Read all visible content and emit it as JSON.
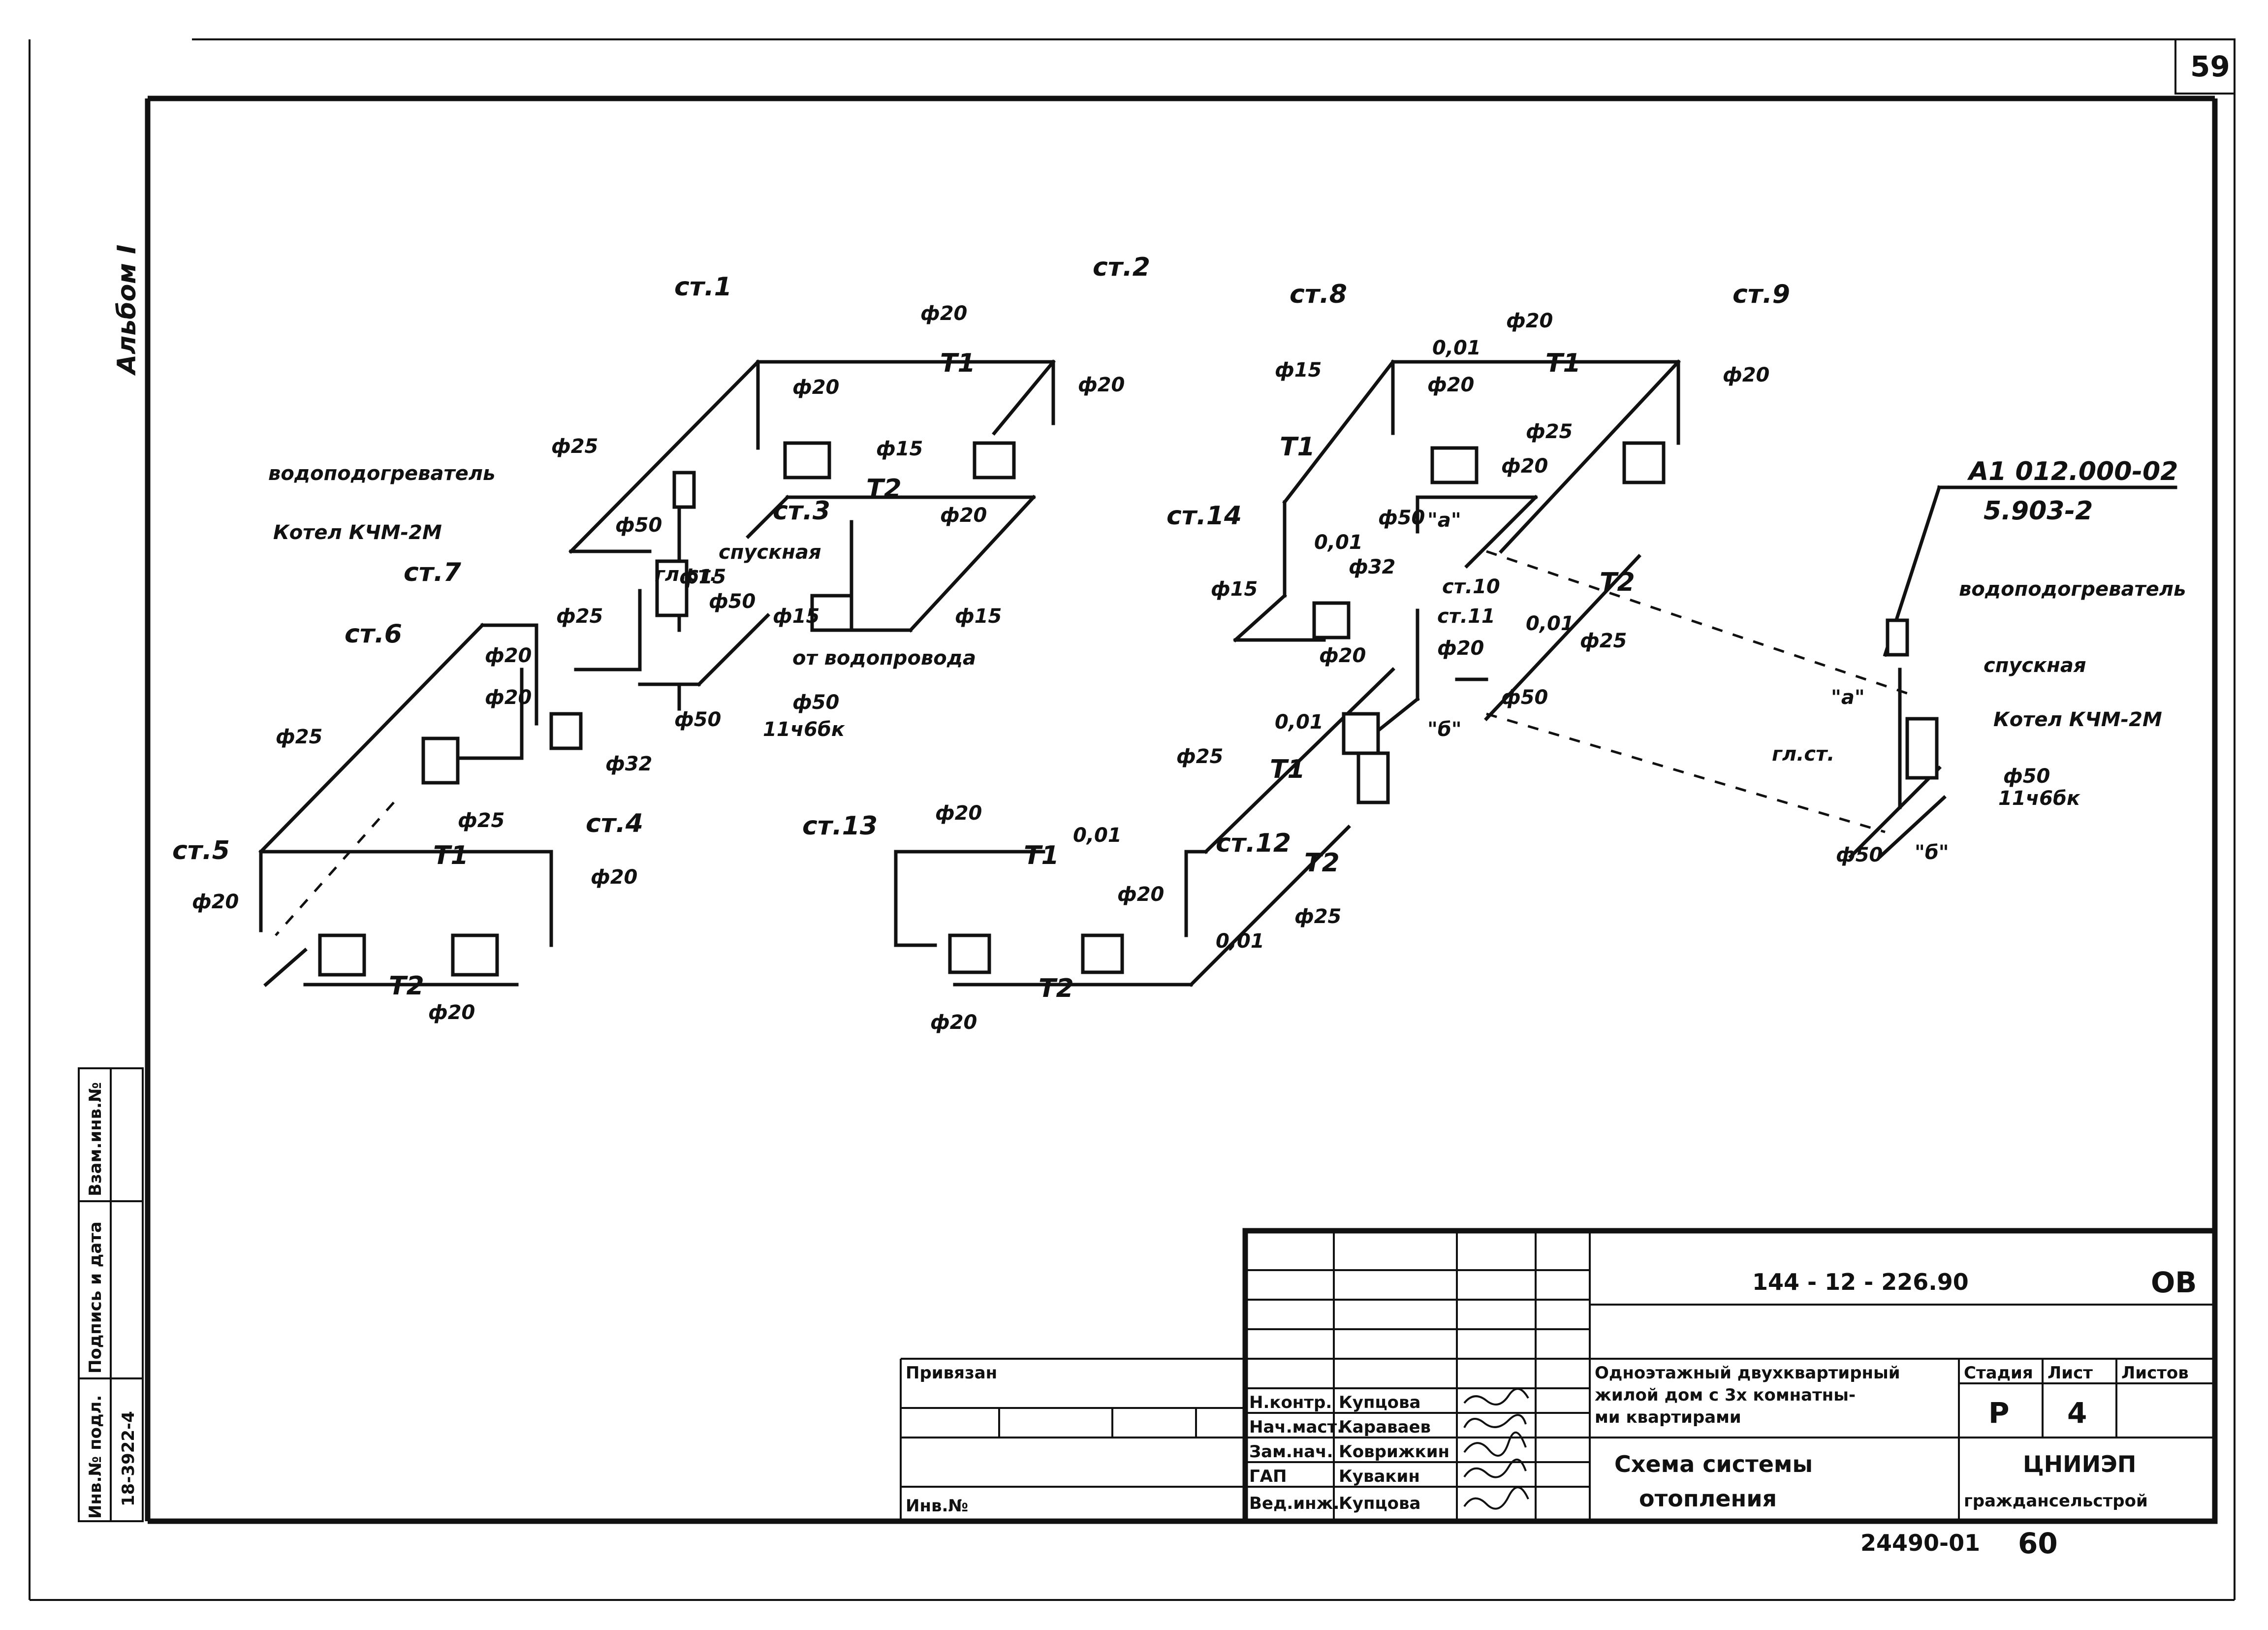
{
  "sheet": {
    "page_number": "59",
    "album": "Альбом I",
    "bottom_code": "24490-01",
    "bottom_number": "60"
  },
  "schemes": {
    "left": {
      "risers": [
        "ст.1",
        "ст.2",
        "ст.3",
        "ст.4",
        "ст.5",
        "ст.6",
        "ст.7"
      ],
      "t1": "T1",
      "t2": "T2",
      "pipes": [
        "ф20",
        "ф20",
        "ф20",
        "ф15",
        "ф20",
        "ф15",
        "ф15",
        "ф25",
        "ф50",
        "ф25",
        "ф20",
        "ф20",
        "ф32",
        "ф25",
        "ф25",
        "ф20",
        "ф20",
        "ф20",
        "ф15",
        "ф50",
        "ф50",
        "ф50"
      ],
      "valve_label": "11ч6бк",
      "water_heater": "водоподогреватель",
      "boiler": "Котел КЧМ-2М",
      "drain": "спускная",
      "main_riser": "гл.ст.",
      "water_main": "от водопровода"
    },
    "right": {
      "risers": [
        "ст.8",
        "ст.9",
        "ст.10",
        "ст.11",
        "ст.12",
        "ст.13",
        "ст.14"
      ],
      "t1": "T1",
      "t2": "T2",
      "pipes": [
        "ф20",
        "ф15",
        "ф20",
        "ф20",
        "ф25",
        "ф20",
        "ф50",
        "ф32",
        "ф15",
        "ф20",
        "ф20",
        "ф25",
        "ф50",
        "ф25",
        "ф20",
        "ф20",
        "ф20",
        "ф25"
      ],
      "slopes": [
        "0,01",
        "0,01",
        "0,01",
        "0,01",
        "0,01",
        "0,01"
      ],
      "node_a": "\"а\"",
      "node_b": "\"б\""
    },
    "detail": {
      "ref1": "А1 012.000-02",
      "ref2": "5.903-2",
      "water_heater": "водоподогреватель",
      "drain": "спускная",
      "boiler": "Котел КЧМ-2М",
      "main_riser": "гл.ст.",
      "pipe1": "ф50",
      "pipe2": "ф50",
      "valve": "11ч6бк",
      "node_a": "\"а\"",
      "node_b": "\"б\""
    }
  },
  "side_stamp": {
    "col1": "Инв.№ подл.",
    "col2": "Подпись и дата",
    "col3": "Взам.инв.№",
    "number": "18-3922-4"
  },
  "title_block": {
    "doc_code": "144 - 12 - 226.90",
    "doc_suffix": "ОВ",
    "attached": "Привязан",
    "inv": "Инв.№",
    "project_line1": "Одноэтажный двухквартирный",
    "project_line2": "жилой дом с 3х комнатны-",
    "project_line3": "ми квартирами",
    "sheet_title1": "Схема системы",
    "sheet_title2": "отопления",
    "stage_label": "Стадия",
    "sheet_label": "Лист",
    "sheets_label": "Листов",
    "stage": "Р",
    "sheet": "4",
    "sheets": "",
    "org1": "ЦНИИЭП",
    "org2": "граждансельстрой",
    "roles": [
      {
        "role": "Н.контр.",
        "name": "Купцова"
      },
      {
        "role": "Нач.маст.",
        "name": "Караваев"
      },
      {
        "role": "Зам.нач.",
        "name": "Коврижкин"
      },
      {
        "role": "ГАП",
        "name": "Кувакин"
      },
      {
        "role": "Вед.инж.",
        "name": "Купцова"
      }
    ]
  }
}
